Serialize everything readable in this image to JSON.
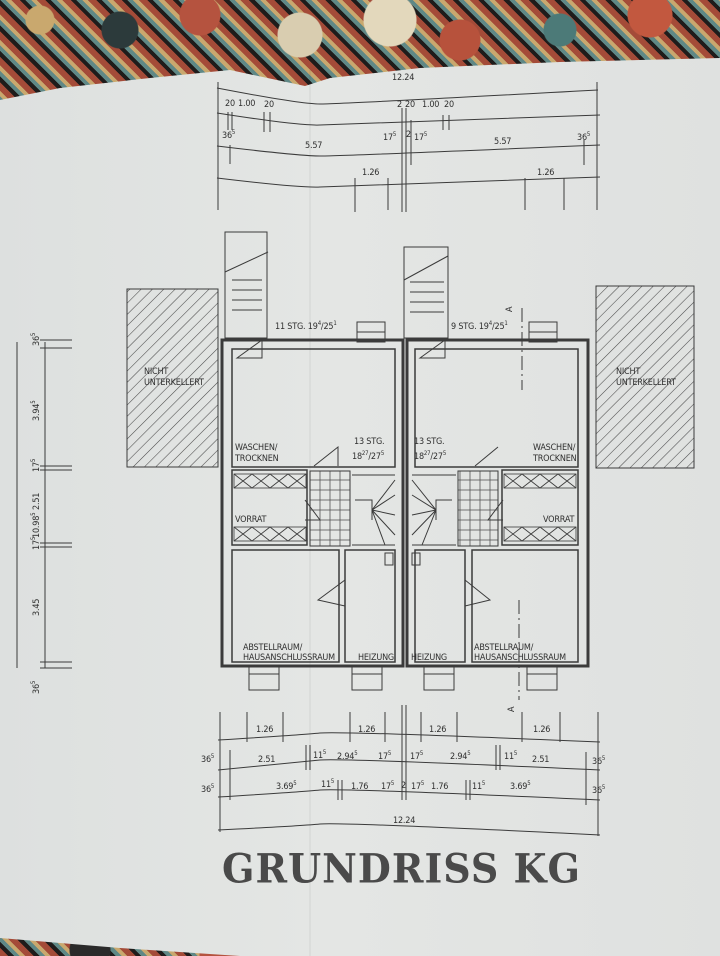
{
  "document": {
    "title": "GRUNDRISS KG",
    "type": "floor-plan",
    "colors": {
      "paper": "#e2e4e2",
      "ink": "#3b3b3b",
      "hatch": "#444444"
    }
  },
  "top_dimensions": {
    "overall": "12.24",
    "row2_left": [
      "20",
      "1.00",
      "20"
    ],
    "row2_right": [
      "2",
      "20",
      "1.00",
      "20"
    ],
    "row3_left": {
      "a": "36",
      "a_sup": "5",
      "b": "5.57"
    },
    "row3_mid": {
      "a": "17",
      "a_sup": "5",
      "b": "2",
      "c": "17",
      "c_sup": "5"
    },
    "row3_right": {
      "b": "5.57",
      "a": "36",
      "a_sup": "5"
    },
    "row4": [
      "1.26",
      "1.26"
    ]
  },
  "left_dimensions": {
    "overall": "10.98",
    "overall_sup": "5",
    "segments": [
      {
        "v": "36",
        "sup": "5"
      },
      {
        "v": "3.94",
        "sup": "5"
      },
      {
        "v": "17",
        "sup": "5"
      },
      {
        "v": "2.51",
        "sup": ""
      },
      {
        "v": "17",
        "sup": "5"
      },
      {
        "v": "3.45",
        "sup": ""
      },
      {
        "v": "36",
        "sup": "5"
      }
    ]
  },
  "rooms": {
    "left": {
      "not_basement": [
        "NICHT",
        "UNTERKELLERT"
      ],
      "outer_stair": {
        "count": "11 STG.",
        "rise": "19",
        "rise_sup": "4",
        "run": "25",
        "run_sup": "1"
      },
      "laundry": [
        "WASCHEN/",
        "TROCKNEN"
      ],
      "inner_stair": {
        "count": "13 STG.",
        "rise": "18",
        "rise_sup": "27",
        "run": "27",
        "run_sup": "5"
      },
      "pantry": "VORRAT",
      "storage": [
        "ABSTELLRAUM/",
        "HAUSANSCHLUSSRAUM"
      ],
      "heating": "HEIZUNG"
    },
    "right": {
      "not_basement": [
        "NICHT",
        "UNTERKELLERT"
      ],
      "outer_stair": {
        "count": "9 STG.",
        "rise": "19",
        "rise_sup": "4",
        "run": "25",
        "run_sup": "1"
      },
      "laundry": [
        "WASCHEN/",
        "TROCKNEN"
      ],
      "inner_stair": {
        "count": "13 STG.",
        "rise": "18",
        "rise_sup": "27",
        "run": "27",
        "run_sup": "5"
      },
      "pantry": "VORRAT",
      "storage": [
        "ABSTELLRAUM/",
        "HAUSANSCHLUSSRAUM"
      ],
      "heating": "HEIZUNG"
    },
    "section_marker": "A"
  },
  "bottom_dimensions": {
    "row1": [
      "1.26",
      "1.26",
      "1.26",
      "1.26"
    ],
    "row2": [
      "36",
      "2.51",
      "11",
      "2.94",
      "17",
      "17",
      "2.94",
      "11",
      "2.51",
      "36"
    ],
    "row2_sup": [
      "5",
      "",
      "5",
      "5",
      "5",
      "5",
      "5",
      "5",
      "",
      "5"
    ],
    "row3": [
      "36",
      "3.69",
      "11",
      "1.76",
      "17",
      "2",
      "17",
      "1.76",
      "11",
      "3.69",
      "36"
    ],
    "row3_sup": [
      "5",
      "5",
      "5",
      "",
      "5",
      "",
      "5",
      "",
      "5",
      "5",
      "5"
    ],
    "overall": "12.24"
  }
}
